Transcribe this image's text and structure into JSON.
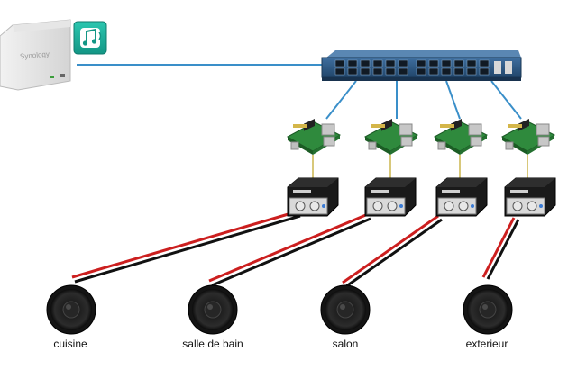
{
  "nas": {
    "brand_text": "Synology",
    "icon": "nas-server-icon"
  },
  "music_app": {
    "icon": "music-note-icon",
    "color": "#1fb5a0"
  },
  "switch": {
    "icon": "network-switch-icon"
  },
  "colors": {
    "network_cable": "#3a8fc9",
    "audio_link": "#d8c87a",
    "speaker_wire_red": "#cc1f1f",
    "speaker_wire_black": "#111111"
  },
  "zones": [
    {
      "id": "cuisine",
      "label": "cuisine"
    },
    {
      "id": "salle-de-bain",
      "label": "salle de bain"
    },
    {
      "id": "salon",
      "label": "salon"
    },
    {
      "id": "exterieur",
      "label": "exterieur"
    }
  ]
}
